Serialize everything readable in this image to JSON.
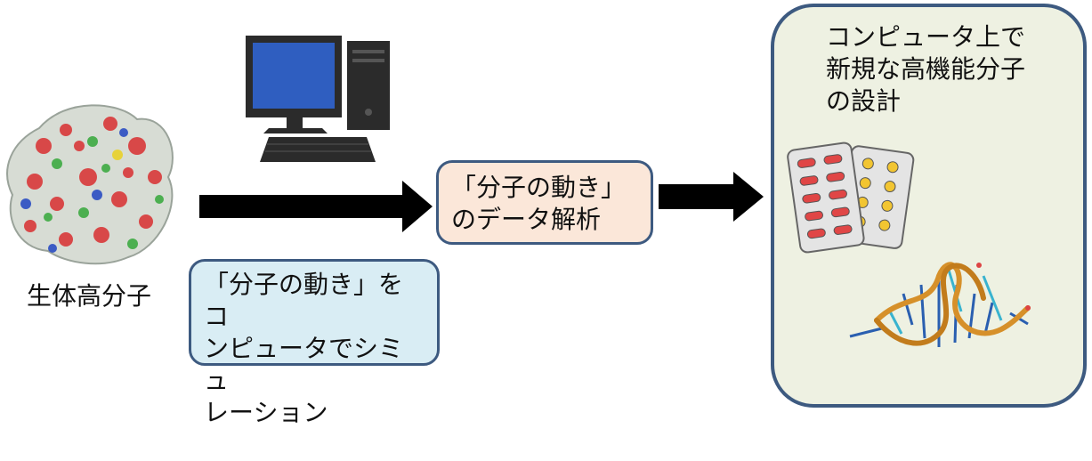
{
  "molecule": {
    "label": "生体高分子"
  },
  "simulation": {
    "lines": [
      "「分子の動き」をコ",
      "ンピュータでシミュ",
      "レーション"
    ]
  },
  "analysis": {
    "lines": [
      "「分子の動き」",
      "のデータ解析"
    ]
  },
  "design": {
    "lines": [
      "コンピュータ上で",
      "新規な高機能分子",
      "の設計"
    ]
  },
  "icons": {
    "protein": "protein-surface-icon",
    "computer": "desktop-computer-icon",
    "pills": "pill-blister-icon",
    "dna": "dna-helix-icon"
  },
  "colors": {
    "box_border": "#3d5a80",
    "sim_fill": "#d9edf4",
    "analysis_fill": "#fbe7d9",
    "panel_fill": "#eef1e2"
  }
}
